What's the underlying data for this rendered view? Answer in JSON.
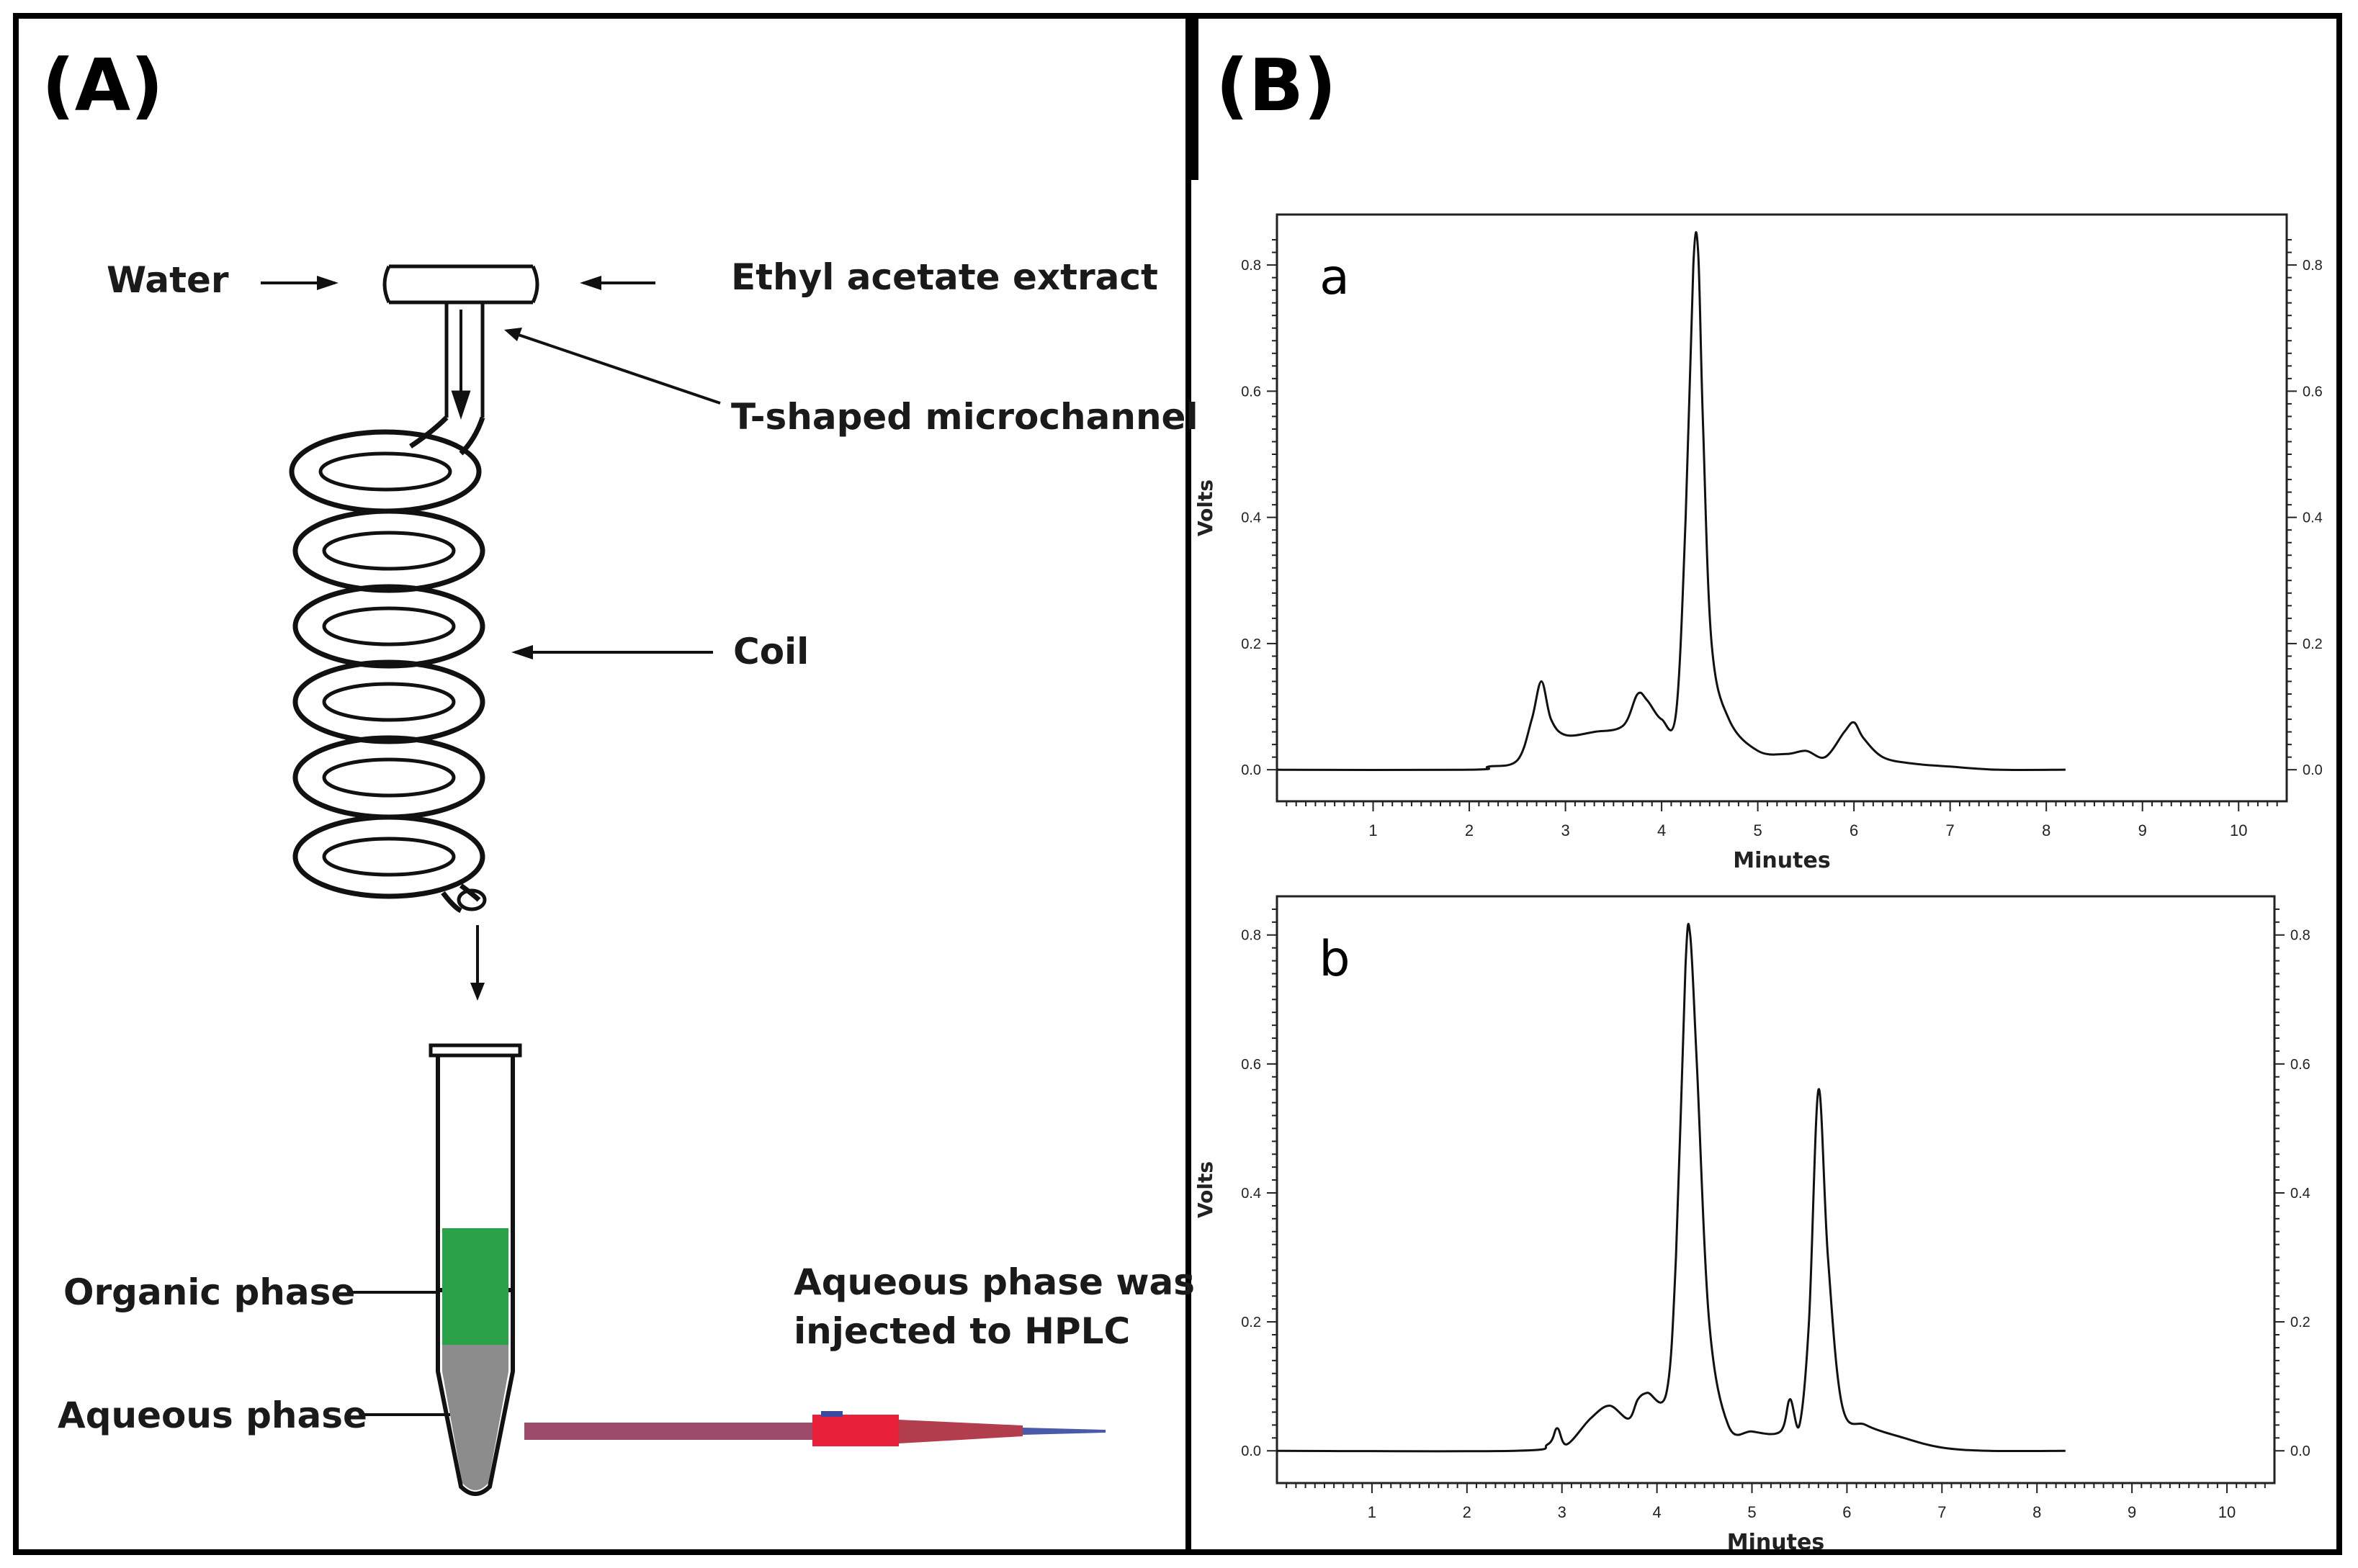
{
  "panel_a": {
    "letter": "(A)",
    "labels": {
      "water": "Water",
      "ethyl": "Ethyl acetate extract",
      "tchannel": "T-shaped microchannel",
      "coil": "Coil",
      "organic": "Organic phase",
      "aqueous": "Aqueous phase",
      "injected_line1": "Aqueous phase was",
      "injected_line2": "injected to HPLC"
    },
    "colors": {
      "organic_phase": "#2aa24a",
      "aqueous_phase": "#8c8c8c",
      "syringe": "#9b4a6a",
      "syringe_accent": "#e8203a"
    }
  },
  "panel_b": {
    "letter": "(B)"
  },
  "chart_data": [
    {
      "type": "line",
      "panel_label": "a",
      "xlabel": "Minutes",
      "ylabel": "Volts",
      "xlim": [
        0,
        10.5
      ],
      "ylim": [
        -0.05,
        0.88
      ],
      "x_ticks": [
        "1",
        "2",
        "3",
        "4",
        "5",
        "6",
        "7",
        "8",
        "9",
        "10"
      ],
      "y_ticks": [
        "0.0",
        "0.2",
        "0.4",
        "0.6",
        "0.8"
      ],
      "series": [
        {
          "x": [
            0,
            2.0,
            2.2,
            2.5,
            2.65,
            2.75,
            2.85,
            3.0,
            3.3,
            3.6,
            3.75,
            3.85,
            4.0,
            4.15,
            4.25,
            4.33,
            4.38,
            4.43,
            4.52,
            4.7,
            5.0,
            5.3,
            5.5,
            5.7,
            5.9,
            6.0,
            6.1,
            6.3,
            6.6,
            7.0,
            7.5,
            8.2
          ],
          "y": [
            0,
            0,
            0.005,
            0.015,
            0.08,
            0.14,
            0.08,
            0.055,
            0.06,
            0.07,
            0.12,
            0.11,
            0.08,
            0.09,
            0.4,
            0.8,
            0.82,
            0.55,
            0.2,
            0.08,
            0.03,
            0.025,
            0.03,
            0.02,
            0.06,
            0.075,
            0.05,
            0.02,
            0.01,
            0.005,
            0,
            0
          ]
        }
      ]
    },
    {
      "type": "line",
      "panel_label": "b",
      "xlabel": "Minutes",
      "ylabel": "Volts",
      "xlim": [
        0,
        10.5
      ],
      "ylim": [
        -0.05,
        0.86
      ],
      "x_ticks": [
        "1",
        "2",
        "3",
        "4",
        "5",
        "6",
        "7",
        "8",
        "9",
        "10"
      ],
      "y_ticks": [
        "0.0",
        "0.2",
        "0.4",
        "0.6",
        "0.8"
      ],
      "series": [
        {
          "x": [
            0,
            2.5,
            2.85,
            2.95,
            3.05,
            3.3,
            3.5,
            3.7,
            3.8,
            3.9,
            4.1,
            4.2,
            4.3,
            4.35,
            4.42,
            4.55,
            4.75,
            5.0,
            5.3,
            5.4,
            5.5,
            5.6,
            5.7,
            5.8,
            5.95,
            6.2,
            6.6,
            7.0,
            7.5,
            8.3
          ],
          "y": [
            0,
            0,
            0.01,
            0.035,
            0.01,
            0.05,
            0.07,
            0.05,
            0.08,
            0.09,
            0.09,
            0.3,
            0.75,
            0.8,
            0.6,
            0.2,
            0.04,
            0.03,
            0.03,
            0.08,
            0.04,
            0.2,
            0.56,
            0.3,
            0.07,
            0.04,
            0.02,
            0.005,
            0,
            0
          ]
        }
      ]
    }
  ]
}
